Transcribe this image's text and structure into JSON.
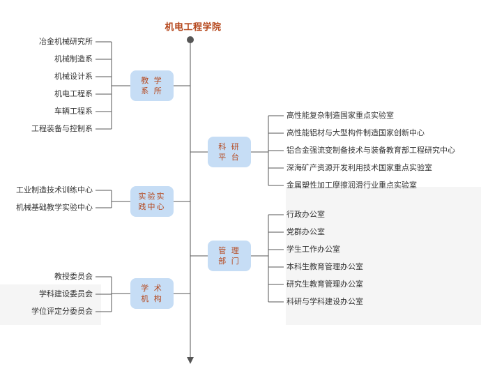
{
  "title": "机电工程学院",
  "colors": {
    "accent": "#b5471c",
    "node_fill": "#c6ddf5",
    "line": "#555555"
  },
  "left_groups": [
    {
      "label": "教 学\n系 所",
      "items": [
        "冶金机械研究所",
        "机械制造系",
        "机械设计系",
        "机电工程系",
        "车辆工程系",
        "工程装备与控制系"
      ]
    },
    {
      "label": "实验实\n践中心",
      "items": [
        "工业制造技术训练中心",
        "机械基础教学实验中心"
      ]
    },
    {
      "label": "学 术\n机 构",
      "items": [
        "教授委员会",
        "学科建设委员会",
        "学位评定分委员会"
      ]
    }
  ],
  "right_groups": [
    {
      "label": "科 研\n平 台",
      "items": [
        "高性能复杂制造国家重点实验室",
        "高性能铝材与大型构件制造国家创新中心",
        "铝合金强流变制备技术与装备教育部工程研究中心",
        "深海矿产资源开发利用技术国家重点实验室",
        "金属塑性加工摩擦润滑行业重点实验室"
      ]
    },
    {
      "label": "管 理\n部 门",
      "items": [
        "行政办公室",
        "党群办公室",
        "学生工作办公室",
        "本科生教育管理办公室",
        "研究生教育管理办公室",
        "科研与学科建设办公室"
      ]
    }
  ]
}
